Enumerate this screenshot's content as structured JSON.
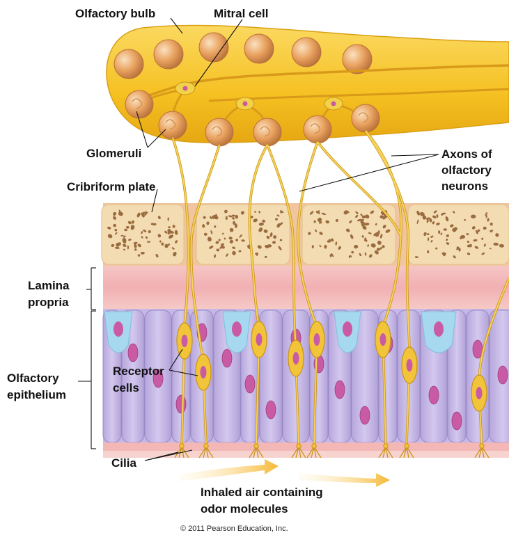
{
  "labels": {
    "olfactory_bulb": "Olfactory bulb",
    "mitral_cell": "Mitral cell",
    "glomeruli": "Glomeruli",
    "axons_line1": "Axons of",
    "axons_line2": "olfactory",
    "axons_line3": "neurons",
    "cribriform_plate": "Cribriform plate",
    "lamina_line1": "Lamina",
    "lamina_line2": "propria",
    "epithelium_line1": "Olfactory",
    "epithelium_line2": "epithelium",
    "receptor_line1": "Receptor",
    "receptor_line2": "cells",
    "cilia": "Cilia",
    "air_line1": "Inhaled air containing",
    "air_line2": "odor molecules"
  },
  "copyright": "© 2011 Pearson Education, Inc.",
  "colors": {
    "bulb": "#f5c021",
    "bulb_edge": "#d9a013",
    "glomerulus": "#e8a15e",
    "glomerulus_edge": "#b8713a",
    "neuron": "#f2c43a",
    "neuron_edge": "#c99416",
    "bone": "#f3dcb2",
    "bone_pore": "#9a6b3e",
    "lamina": "#f2b6b8",
    "support_cell": "#c7b9e6",
    "support_edge": "#9a8ac8",
    "basal_cell": "#a6d8ef",
    "nucleus": "#c95aa4",
    "air_arrow": "#f7c34a"
  }
}
